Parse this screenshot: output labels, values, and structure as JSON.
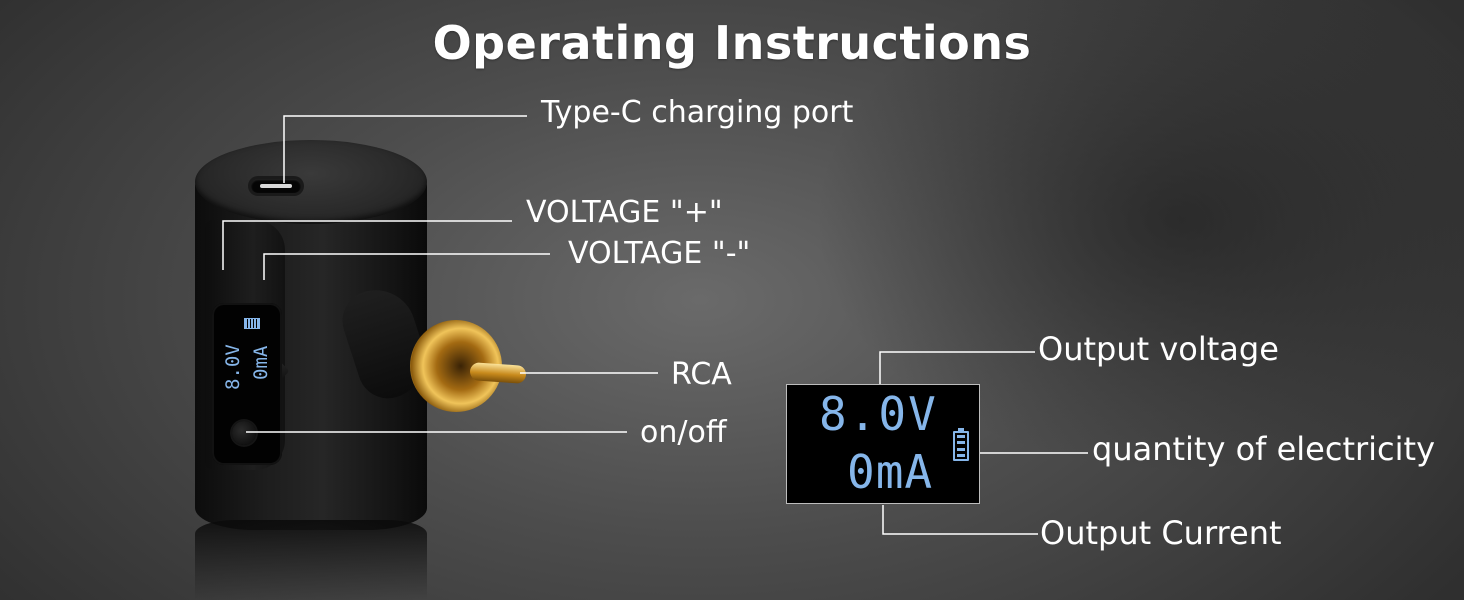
{
  "title": "Operating Instructions",
  "device_labels": {
    "charging_port": "Type-C charging port",
    "voltage_plus": "VOLTAGE \"+\"",
    "voltage_minus": "VOLTAGE \"-\"",
    "rca": "RCA",
    "power": "on/off"
  },
  "display_labels": {
    "output_voltage": "Output voltage",
    "battery": "quantity of electricity",
    "output_current": "Output Current"
  },
  "display": {
    "voltage": "8.0V",
    "current": "0mA",
    "battery_level": 1.0
  },
  "colors": {
    "screen_text": "#86b6ea",
    "callout_line": "#ffffff",
    "rca_gold": "#f0c45a"
  },
  "icons": {
    "battery": "battery-full-icon",
    "power": "power-button-icon",
    "plus_button": "voltage-plus-button",
    "minus_button": "voltage-minus-button"
  }
}
